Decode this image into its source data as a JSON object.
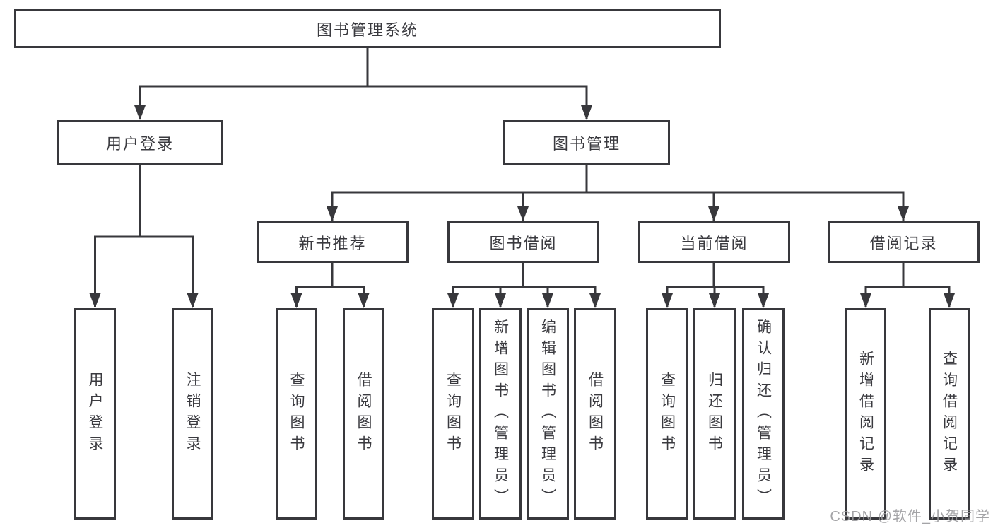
{
  "diagram": {
    "root": {
      "label": "图书管理系统"
    },
    "branches": [
      {
        "label": "用户登录",
        "children": [
          {
            "label": "用户登录"
          },
          {
            "label": "注销登录"
          }
        ]
      },
      {
        "label": "图书管理",
        "children": [
          {
            "label": "新书推荐",
            "children": [
              {
                "label": "查询图书"
              },
              {
                "label": "借阅图书"
              }
            ]
          },
          {
            "label": "图书借阅",
            "children": [
              {
                "label": "查询图书"
              },
              {
                "label": "新增图书（管理员）"
              },
              {
                "label": "编辑图书（管理员）"
              },
              {
                "label": "借阅图书"
              }
            ]
          },
          {
            "label": "当前借阅",
            "children": [
              {
                "label": "查询图书"
              },
              {
                "label": "归还图书"
              },
              {
                "label": "确认归还（管理员）"
              }
            ]
          },
          {
            "label": "借阅记录",
            "children": [
              {
                "label": "新增借阅记录"
              },
              {
                "label": "查询借阅记录"
              }
            ]
          }
        ]
      }
    ]
  },
  "watermark": {
    "text": "CSDN @软件_小贺同学"
  },
  "colors": {
    "line_color": "#38383c",
    "text_color": "#3a3a3f",
    "watermark_color": "#9b9b9e"
  }
}
